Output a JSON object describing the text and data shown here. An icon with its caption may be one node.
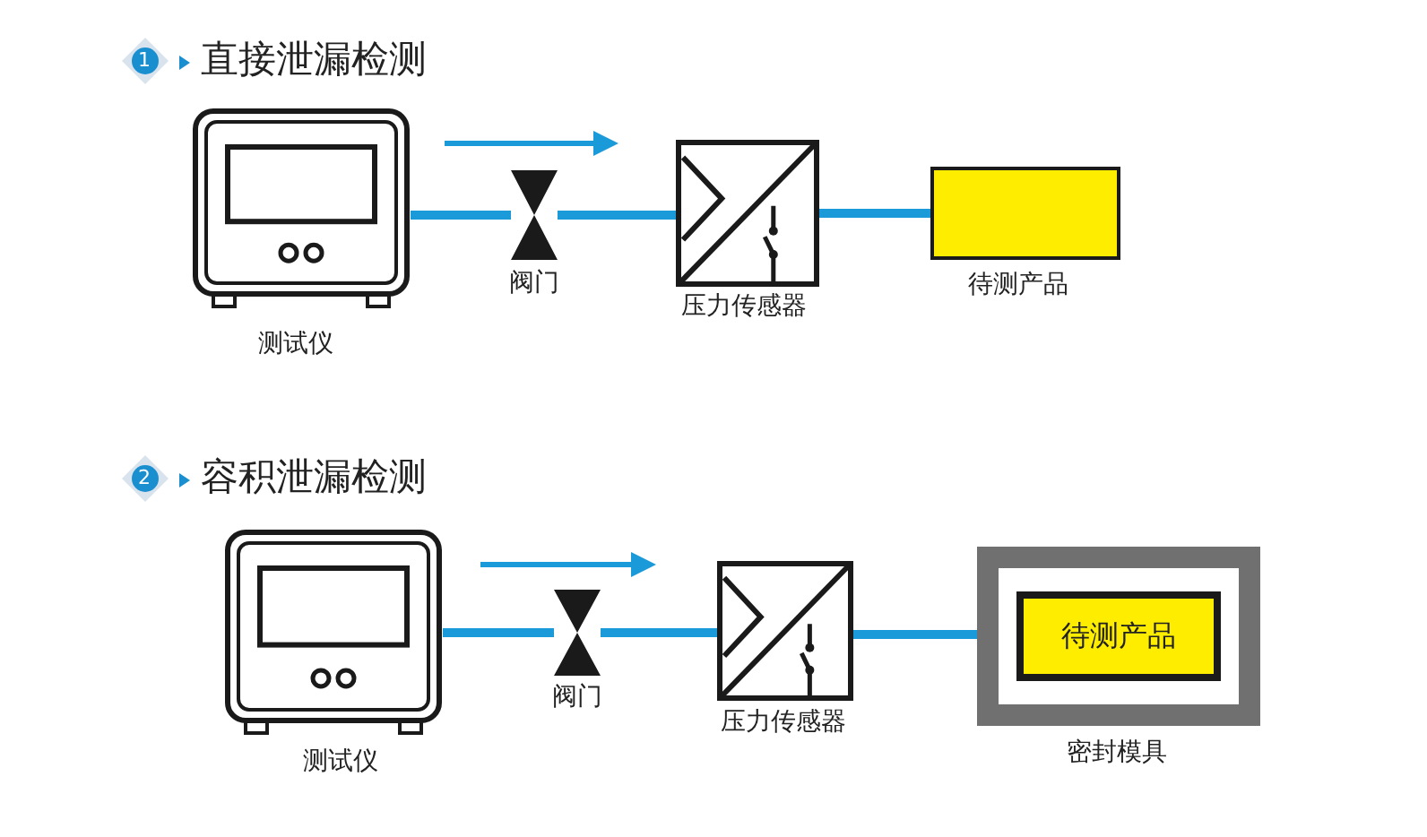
{
  "diagram": {
    "nodes": [
      {
        "text": [],
        "shape": "box",
        "beside": [
          "测试仪"
        ]
      },
      {
        "text": [],
        "shape": "hourglass",
        "beside": [
          "阀门"
        ]
      },
      {
        "text": [],
        "shape": "box",
        "beside": [
          "压力传感器"
        ]
      },
      {
        "text": [],
        "shape": "box",
        "beside": [
          "待测产品"
        ]
      },
      {
        "text": [],
        "shape": "box",
        "beside": [
          "测试仪"
        ]
      },
      {
        "text": [],
        "shape": "hourglass",
        "beside": [
          "阀门"
        ]
      },
      {
        "text": [],
        "shape": "box",
        "beside": [
          "压力传感器"
        ]
      },
      {
        "text": [],
        "shape": "box",
        "beside": [
          "密封模具"
        ]
      },
      {
        "text": [
          "待测产品"
        ],
        "in": 7
      }
    ],
    "edges": [
      {
        "from": 0,
        "to": 1,
        "arrow": "none",
        "color": "#1a9ad9"
      },
      {
        "from": 1,
        "to": 2,
        "arrow": "none",
        "color": "#1a9ad9"
      },
      {
        "from": 2,
        "to": 3,
        "arrow": "none",
        "color": "#1a9ad9"
      },
      {
        "from": 4,
        "to": 5,
        "arrow": "none",
        "color": "#1a9ad9"
      },
      {
        "from": 5,
        "to": 6,
        "arrow": "none",
        "color": "#1a9ad9"
      },
      {
        "from": 6,
        "to": 7,
        "arrow": "none",
        "color": "#1a9ad9"
      }
    ],
    "labels": [
      "1",
      "直接泄漏检测",
      "2",
      "容积泄漏检测"
    ]
  }
}
